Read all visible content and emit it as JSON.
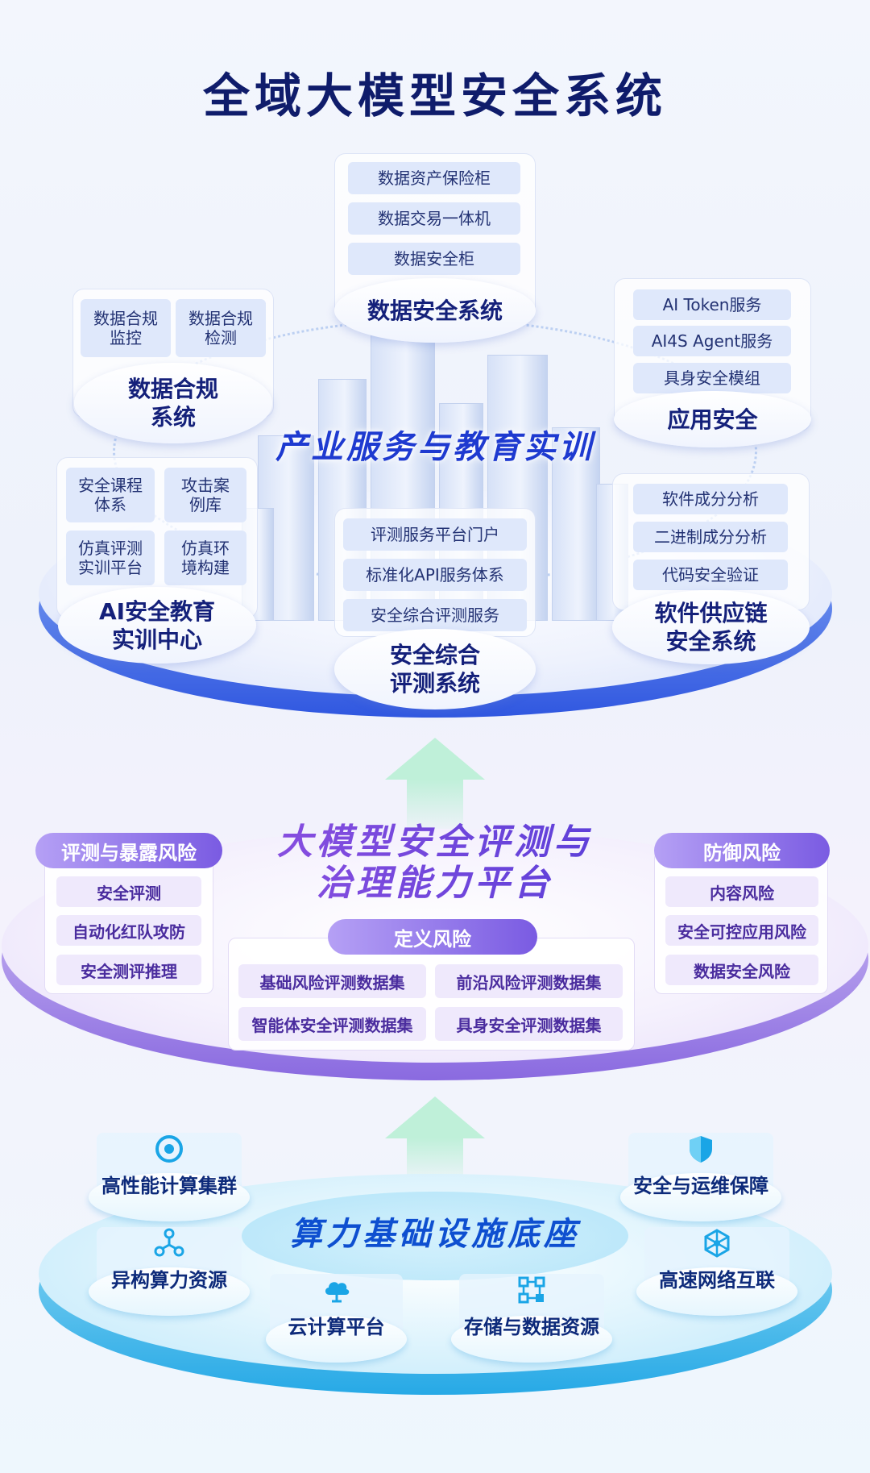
{
  "title": "全域大模型安全系统",
  "top": {
    "center_label": "产业服务与教育实训",
    "data_security": {
      "name": "数据安全系统",
      "items": [
        "数据资产保险柜",
        "数据交易一体机",
        "数据安全柜"
      ]
    },
    "data_compliance": {
      "name_line1": "数据合规",
      "name_line2": "系统",
      "items": [
        [
          "数据合规",
          "监控"
        ],
        [
          "数据合规",
          "检测"
        ]
      ]
    },
    "app_security": {
      "name": "应用安全",
      "items": [
        "AI Token服务",
        "AI4S Agent服务",
        "具身安全模组"
      ]
    },
    "ai_edu": {
      "name_line1": "AI安全教育",
      "name_line2": "实训中心",
      "items": [
        [
          "安全课程",
          "体系"
        ],
        [
          "攻击案",
          "例库"
        ],
        [
          "仿真评测",
          "实训平台"
        ],
        [
          "仿真环",
          "境构建"
        ]
      ]
    },
    "eval_system": {
      "name_line1": "安全综合",
      "name_line2": "评测系统",
      "items": [
        "评测服务平台门户",
        "标准化API服务体系",
        "安全综合评测服务"
      ]
    },
    "supply_chain": {
      "name_line1": "软件供应链",
      "name_line2": "安全系统",
      "items": [
        "软件成分分析",
        "二进制成分分析",
        "代码安全验证"
      ]
    }
  },
  "middle": {
    "title_line1": "大模型安全评测与",
    "title_line2": "治理能力平台",
    "left": {
      "header": "评测与暴露风险",
      "items": [
        "安全评测",
        "自动化红队攻防",
        "安全测评推理"
      ]
    },
    "right": {
      "header": "防御风险",
      "items": [
        "内容风险",
        "安全可控应用风险",
        "数据安全风险"
      ]
    },
    "center": {
      "header": "定义风险",
      "items": [
        "基础风险评测数据集",
        "前沿风险评测数据集",
        "智能体安全评测数据集",
        "具身安全评测数据集"
      ]
    }
  },
  "bottom": {
    "title": "算力基础设施底座",
    "nodes": [
      {
        "label": "高性能计算集群",
        "icon": "target-icon"
      },
      {
        "label": "安全与运维保障",
        "icon": "shield-icon"
      },
      {
        "label": "异构算力资源",
        "icon": "cluster-icon"
      },
      {
        "label": "高速网络互联",
        "icon": "network-icon"
      },
      {
        "label": "云计算平台",
        "icon": "cloud-icon"
      },
      {
        "label": "存储与数据资源",
        "icon": "storage-icon"
      }
    ]
  },
  "colors": {
    "title": "#0f1c6b",
    "top_accent": "#1e3ad0",
    "middle_accent": "#7a5be2",
    "bottom_accent": "#27a9e6"
  }
}
